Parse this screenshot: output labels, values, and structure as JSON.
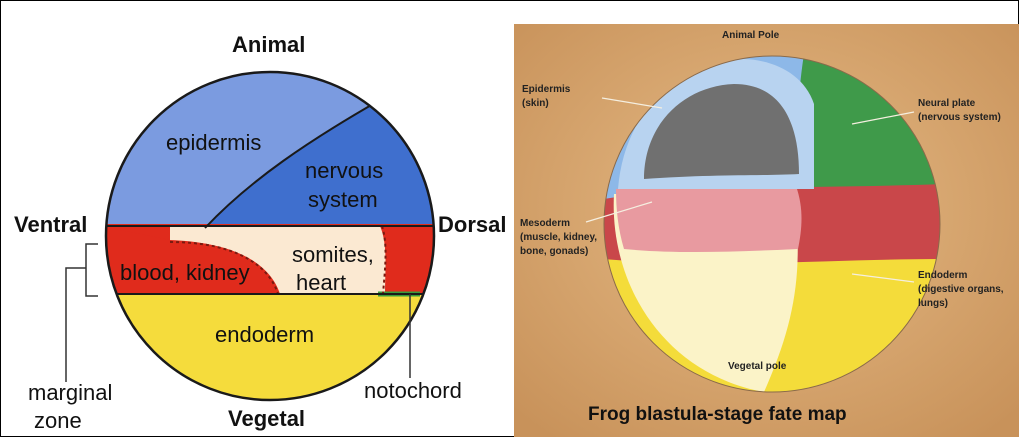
{
  "left_diagram": {
    "poles": {
      "animal": "Animal",
      "vegetal": "Vegetal",
      "ventral": "Ventral",
      "dorsal": "Dorsal"
    },
    "regions": {
      "epidermis": "epidermis",
      "nervous_line1": "nervous",
      "nervous_line2": "system",
      "somites_line1": "somites,",
      "somites_line2": "heart",
      "blood_kidney": "blood, kidney",
      "endoderm": "endoderm"
    },
    "callouts": {
      "marginal_line1": "marginal",
      "marginal_line2": "zone",
      "notochord": "notochord"
    },
    "colors": {
      "epidermis": "#7b9be0",
      "nervous": "#3f6fce",
      "blood_kidney": "#e02b1c",
      "somites": "#fbe9d2",
      "endoderm": "#f5dc3c",
      "notochord": "#3a9a3a"
    }
  },
  "right_diagram": {
    "labels": {
      "animal_pole": "Animal Pole",
      "epidermis_line1": "Epidermis",
      "epidermis_line2": "(skin)",
      "neural_line1": "Neural plate",
      "neural_line2": "(nervous system)",
      "mesoderm_line1": "Mesoderm",
      "mesoderm_line2": "(muscle, kidney,",
      "mesoderm_line3": "bone, gonads)",
      "endoderm_line1": "Endoderm",
      "endoderm_line2": "(digestive organs,",
      "endoderm_line3": "lungs)",
      "vegetal_pole": "Vegetal pole"
    },
    "title": "Frog blastula-stage fate map",
    "colors": {
      "background": "#d7a46b",
      "epidermis": "#8db8e8",
      "neural": "#3f9a4a",
      "mesoderm": "#e89aa0",
      "endoderm": "#f4dc3a",
      "yolk": "#fbf3c8",
      "blastocoel": "#707070"
    }
  }
}
